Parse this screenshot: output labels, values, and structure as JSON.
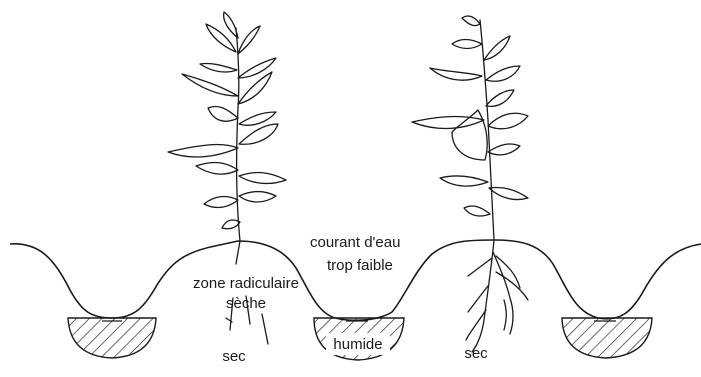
{
  "diagram": {
    "labels": {
      "courant_line1": "courant d'eau",
      "courant_line2": "trop faible",
      "zone_line1": "zone radiculaire",
      "zone_line2": "sèche",
      "sec_left": "sec",
      "sec_right": "sec",
      "humide": "humide"
    },
    "colors": {
      "ink": "#1a1a1a",
      "background": "#ffffff"
    }
  }
}
